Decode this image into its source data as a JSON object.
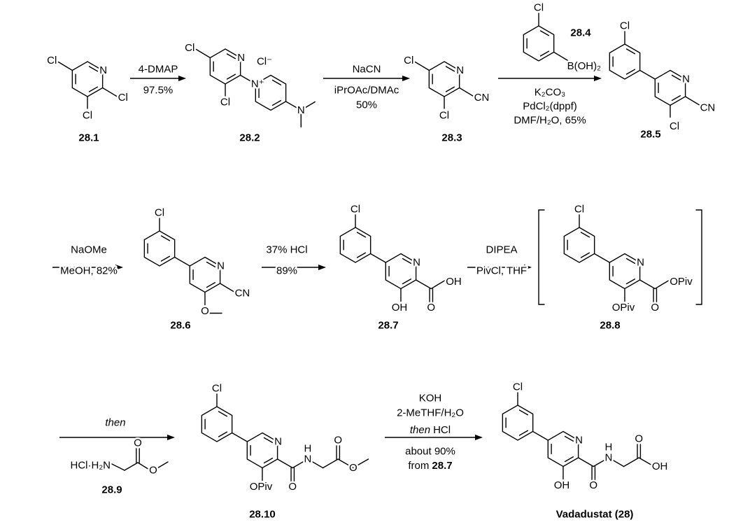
{
  "atoms": {
    "Cl": "Cl",
    "N": "N",
    "CN": "CN",
    "O": "O",
    "OH": "OH",
    "OPiv": "OPiv",
    "H": "H",
    "N_plus": "N⁺",
    "Cl_minus": "Cl⁻",
    "B_OH2": "B(OH)₂",
    "HCl_H2N": "HCl·H₂N"
  },
  "compound_labels": {
    "c28_1": "28.1",
    "c28_2": "28.2",
    "c28_3": "28.3",
    "c28_4": "28.4",
    "c28_5": "28.5",
    "c28_6": "28.6",
    "c28_7": "28.7",
    "c28_8": "28.8",
    "c28_9": "28.9",
    "c28_10": "28.10",
    "vadadustat": "Vadadustat (28)"
  },
  "steps": {
    "s1": {
      "above": "4-DMAP",
      "below": "97.5%"
    },
    "s2": {
      "above": "NaCN",
      "below1": "iPrOAc/DMAc",
      "below2": "50%"
    },
    "s3": {
      "below1": "K₂CO₃",
      "below2": "PdCl₂(dppf)",
      "below3": "DMF/H₂O, 65%"
    },
    "s4": {
      "above": "NaOMe",
      "below": "MeOH, 82%"
    },
    "s5": {
      "above": "37% HCl",
      "below": "89%"
    },
    "s6": {
      "above": "DIPEA",
      "below": "PivCl, THF"
    },
    "s7": {
      "above": "then"
    },
    "s8": {
      "above1": "KOH",
      "above2": "2-MeTHF/H₂O",
      "then": "then",
      "hcl": "HCl",
      "yield": "about 90%",
      "from": "from",
      "from_ref": "28.7"
    }
  }
}
